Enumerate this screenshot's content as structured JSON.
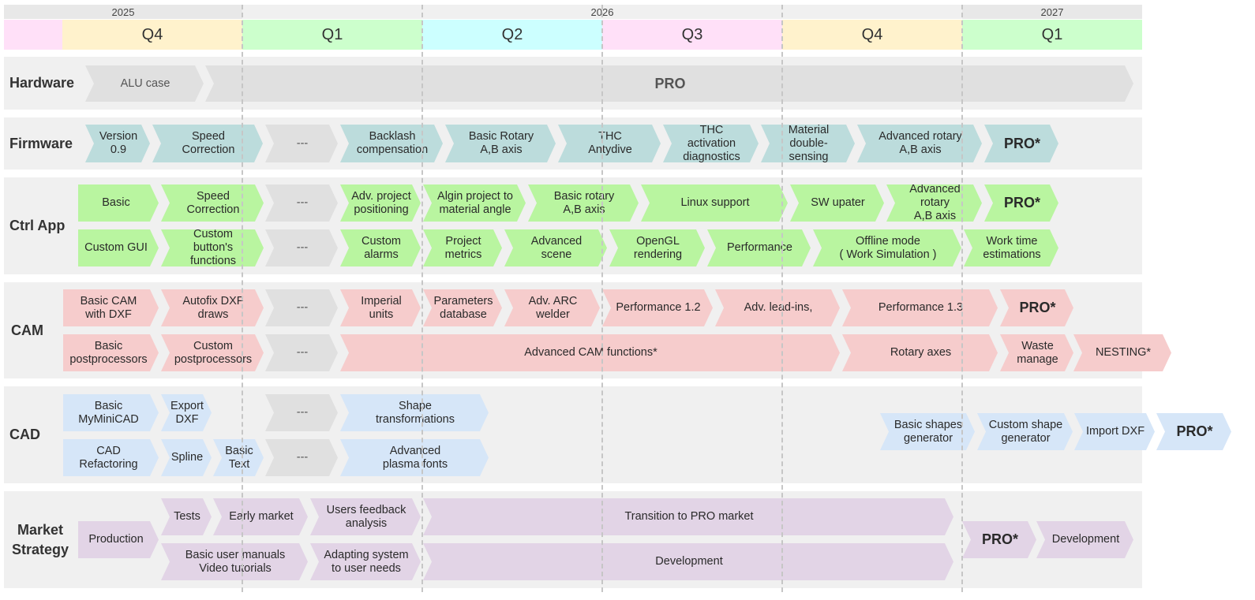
{
  "years": [
    "2025",
    "2026",
    "2027"
  ],
  "quarters": [
    "Q4",
    "Q1",
    "Q2",
    "Q3",
    "Q4",
    "Q1"
  ],
  "colors": {
    "hardware": "#e0e0e0",
    "firmware": "#bcdcdc",
    "ctrl_app": "#b9f5a0",
    "cam": "#f6cccc",
    "cad": "#d6e6f8",
    "market": "#e2d4e6",
    "q4": "#fff2cc",
    "q1": "#ccffcc",
    "q2": "#ccffff",
    "q3": "#ffe0f8"
  },
  "rows": {
    "hardware": "Hardware",
    "firmware": "Firmware",
    "ctrl_app": "Ctrl App",
    "cam": "CAM",
    "cad": "CAD",
    "market": "Market\nStrategy"
  },
  "hardware": {
    "alu": "ALU case",
    "pro": "PRO"
  },
  "firmware": [
    "Version\n0.9",
    "Speed\nCorrection",
    "---",
    "Backlash\ncompensation",
    "Basic Rotary\nA,B axis",
    "THC\nAntydive",
    "THC activation\ndiagnostics",
    "Material\ndouble-sensing",
    "Advanced rotary\nA,B axis",
    "PRO*"
  ],
  "ctrl_app": {
    "top": [
      "Basic",
      "Speed\nCorrection",
      "---",
      "Adv. project\npositioning",
      "Algin project to\nmaterial angle",
      "Basic rotary\nA,B axis",
      "Linux support",
      "SW upater",
      "Advanced rotary\nA,B axis",
      "PRO*"
    ],
    "bottom": [
      "Custom GUI",
      "Custom button's\nfunctions",
      "---",
      "Custom\nalarms",
      "Project\nmetrics",
      "Advanced\nscene",
      "OpenGL\nrendering",
      "Performance",
      "Offline mode\n( Work Simulation )",
      "Work time\nestimations"
    ]
  },
  "cam": {
    "top": [
      "Basic CAM\nwith DXF",
      "Autofix DXF\ndraws",
      "---",
      "Imperial\nunits",
      "Parameters\ndatabase",
      "Adv. ARC\nwelder",
      "Performance 1.2",
      "Adv. lead-ins,",
      "Performance 1.3",
      "PRO*"
    ],
    "bottom": [
      "Basic\npostprocessors",
      "Custom\npostprocessors",
      "---",
      "Advanced CAM functions*",
      "Rotary axes",
      "Waste\nmanage",
      "NESTING*"
    ]
  },
  "cad": {
    "top": [
      "Basic\nMyMiniCAD",
      "Export\nDXF",
      "---",
      "Shape\ntransformations"
    ],
    "bottom": [
      "CAD\nRefactoring",
      "Spline",
      "Basic\nText",
      "---",
      "Advanced\nplasma fonts"
    ],
    "right": [
      "Basic shapes\ngenerator",
      "Custom shape\ngenerator",
      "Import DXF",
      "PRO*"
    ]
  },
  "market": {
    "production": "Production",
    "top": [
      "Tests",
      "Early market",
      "Users feedback\nanalysis",
      "Transition to PRO market"
    ],
    "bottom": [
      "Basic user manuals\nVideo tutorials",
      "Adapting system\nto user needs",
      "Development"
    ],
    "pro": "PRO*",
    "development": "Development"
  }
}
